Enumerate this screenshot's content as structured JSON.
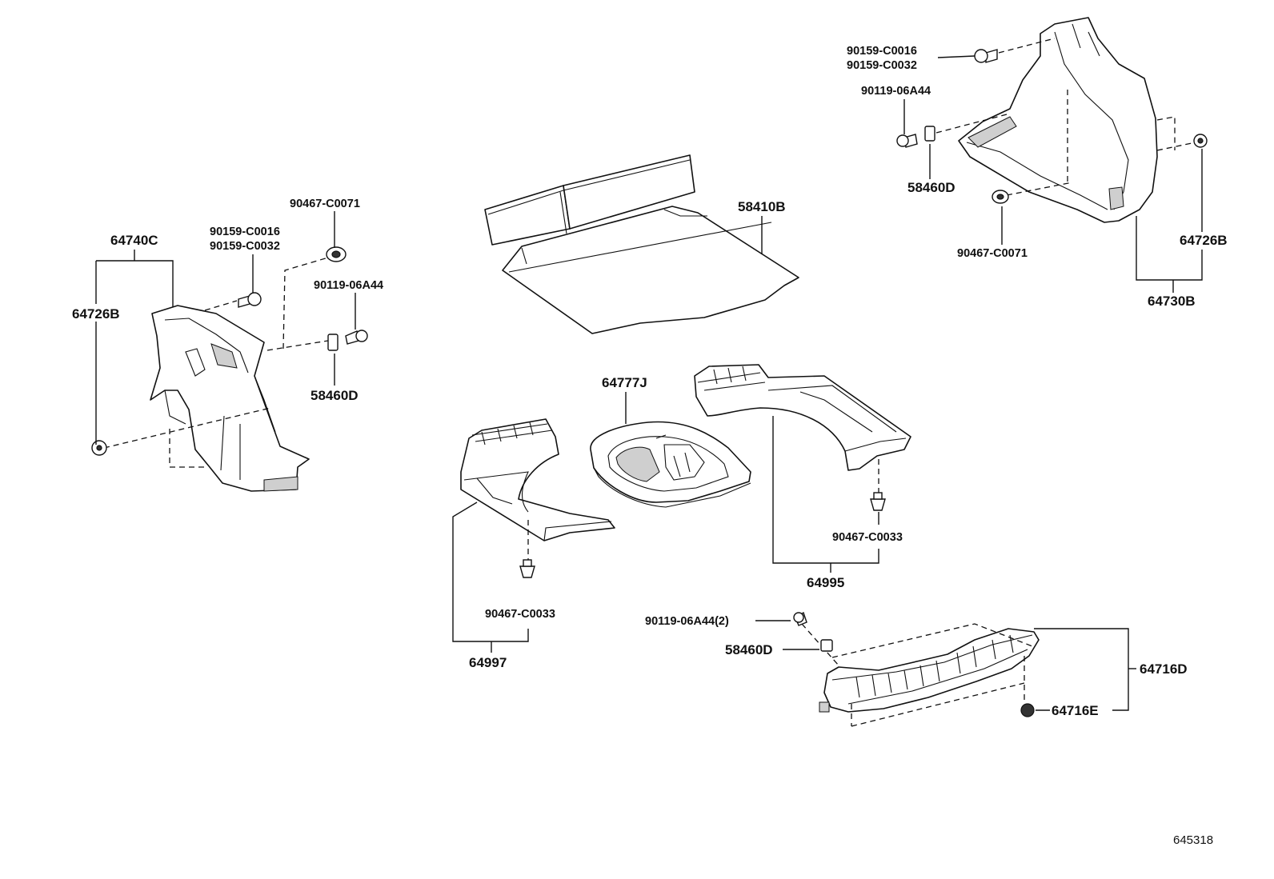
{
  "figure_code": "645318",
  "labels": {
    "mat": "58410B",
    "spare_tray": "64777J",
    "left_trim_assy": "64740C",
    "left_clip": "64726B",
    "left_bolt_a": "90159-C0016",
    "left_bolt_b": "90159-C0032",
    "left_clip_top": "90467-C0071",
    "left_screw": "90119-06A44",
    "left_nut": "58460D",
    "right_bolt_a": "90159-C0016",
    "right_bolt_b": "90159-C0032",
    "right_screw": "90119-06A44",
    "right_nut": "58460D",
    "right_clip_low": "90467-C0071",
    "right_clip": "64726B",
    "right_trim_assy": "64730B",
    "left_box_clip": "90467-C0033",
    "left_box": "64997",
    "right_box_clip": "90467-C0033",
    "right_box": "64995",
    "sill_screw": "90119-06A44(2)",
    "sill_nut": "58460D",
    "sill_plate": "64716D",
    "sill_clip": "64716E"
  }
}
